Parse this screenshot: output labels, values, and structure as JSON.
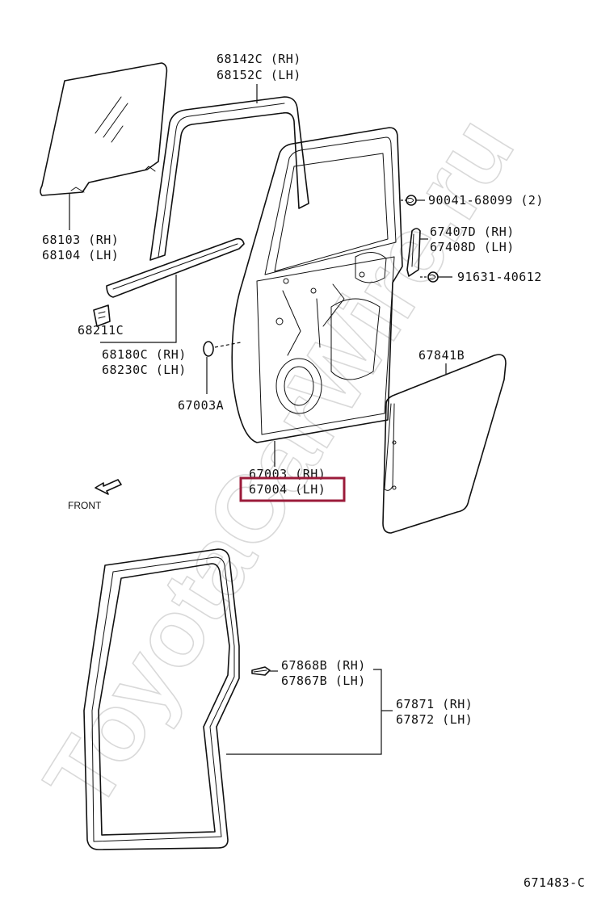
{
  "watermark": "ToyotaCarWire.ru",
  "diagram_code": "671483-C",
  "front_label": "FRONT",
  "highlight_color": "#9b1b3a",
  "labels": {
    "glass_rh": "68103 (RH)",
    "glass_lh": "68104 (LH)",
    "run_rh": "68142C (RH)",
    "run_lh": "68152C (LH)",
    "sash": "68211C",
    "weather_rh": "68180C (RH)",
    "weather_lh": "68230C (LH)",
    "plug": "67003A",
    "door_rh": "67003 (RH)",
    "door_lh": "67004 (LH)",
    "screw": "90041-68099 (2)",
    "hinge_rh": "67407D (RH)",
    "hinge_lh": "67408D (LH)",
    "bolt": "91631-40612",
    "cover": "67841B",
    "clip_rh": "67868B (RH)",
    "clip_lh": "67867B (LH)",
    "seal_rh": "67871 (RH)",
    "seal_lh": "67872 (LH)"
  }
}
